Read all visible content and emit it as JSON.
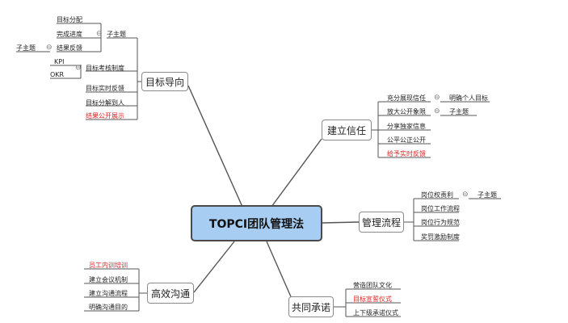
{
  "center": "TOPCI团队管理法",
  "branches": {
    "goal": {
      "label": "目标导向",
      "subtopic": "子主题",
      "group1": [
        "目标分配",
        "完成进度",
        "结果反馈"
      ],
      "feedback_sub": "子主题",
      "assess": "目标考核制度",
      "assess_items": [
        "KPI",
        "OKR"
      ],
      "others": [
        "目标实时反馈",
        "目标分解到人",
        "结果公开展示"
      ]
    },
    "trust": {
      "label": "建立信任",
      "items": [
        "充分展现信任",
        "放大公开象限",
        "分享独家信息",
        "公平公正公开",
        "给予实时反馈"
      ],
      "sub1": "明确个人目标",
      "sub2": "子主题"
    },
    "process": {
      "label": "管理流程",
      "items": [
        "岗位权责利",
        "岗位工作流程",
        "岗位行为规范",
        "奖罚激励制度"
      ],
      "sub1": "子主题"
    },
    "communication": {
      "label": "高效沟通",
      "items": [
        "员工内训培训",
        "建立会议机制",
        "建立沟通流程",
        "明确沟通目的"
      ]
    },
    "commitment": {
      "label": "共同承诺",
      "items": [
        "营造团队文化",
        "目标宣誓仪式",
        "上下级承诺仪式"
      ]
    }
  },
  "colors": {
    "center_fill": "#a7cdf3",
    "emphasis": "#e02020",
    "line": "#555555"
  }
}
